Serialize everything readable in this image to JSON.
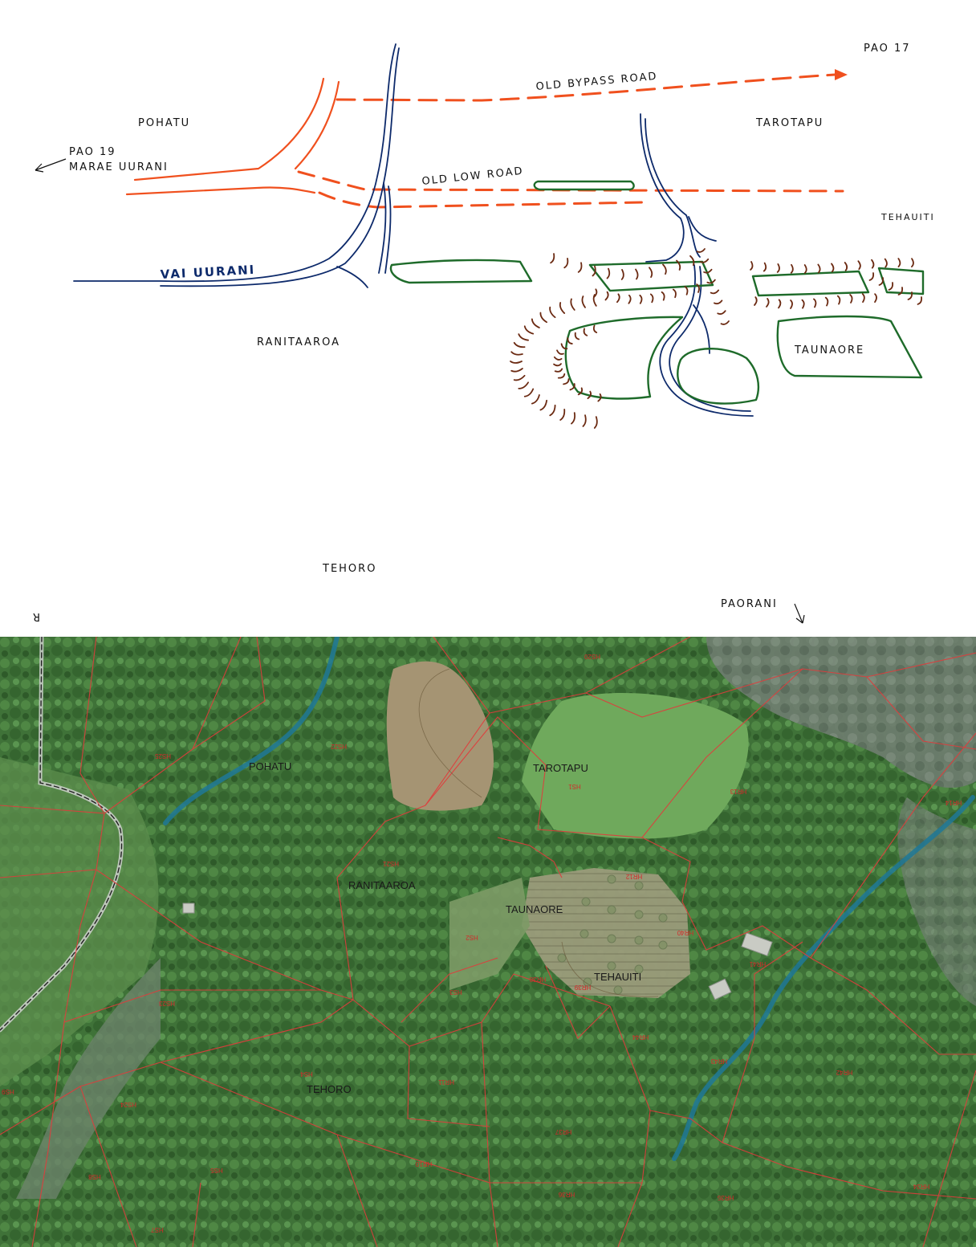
{
  "sketch": {
    "labels": {
      "pao17": "PAO 17",
      "old_bypass_road": "OLD BYPASS ROAD",
      "pohatu": "POHATU",
      "tarotapu": "TAROTAPU",
      "pao19": "PAO 19",
      "marae_uurani": "MARAE UURANI",
      "old_low_road": "OLD LOW ROAD",
      "tehauiti": "TEHAUITI",
      "vai_uurani": "VAI UURANI",
      "ranitaaroa": "RANITAAROA",
      "taunaore": "TAUNAORE",
      "tehoro": "TEHORO",
      "paorani": "PAORANI",
      "corner_mark": "R"
    },
    "colors": {
      "road": "#f0501e",
      "stream": "#0d2a6b",
      "taro_patch": "#1e6b2a",
      "terrace": "#6b2a12"
    }
  },
  "aerial": {
    "places": {
      "pohatu": "POHATU",
      "tarotapu": "TAROTAPU",
      "ranitaaroa": "RANITAAROA",
      "taunaore": "TAUNAORE",
      "tehauiti": "TEHAUITI",
      "tehoro": "TEHORO"
    },
    "parcels": [
      "HS20",
      "HS22",
      "HS25",
      "HS1",
      "HR13",
      "HR14",
      "HS21",
      "HR12",
      "HS2",
      "HR40",
      "HR41",
      "HS23",
      "HR38",
      "HS3",
      "HR39",
      "HR44",
      "HR43",
      "HR42",
      "HS4",
      "HR11",
      "HS9",
      "HS24",
      "HR37",
      "HS8",
      "HS5",
      "HR10",
      "HR36",
      "HR35",
      "HR34",
      "HS7"
    ],
    "colors": {
      "boundary": "#e03c3c",
      "stream": "#1e7896",
      "forest": "#3d6e35",
      "pasture": "#6ea85a"
    }
  }
}
